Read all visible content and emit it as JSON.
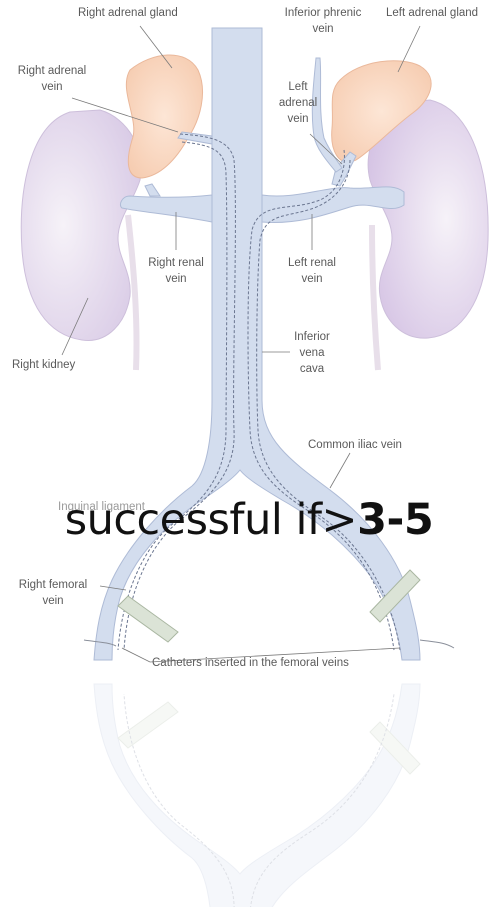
{
  "labels": {
    "right_adrenal_gland": "Right adrenal gland",
    "inferior_phrenic_vein_1": "Inferior phrenic",
    "inferior_phrenic_vein_2": "vein",
    "left_adrenal_gland": "Left adrenal gland",
    "right_adrenal_vein_1": "Right adrenal",
    "right_adrenal_vein_2": "vein",
    "left_adrenal_vein_1": "Left",
    "left_adrenal_vein_2": "adrenal",
    "left_adrenal_vein_3": "vein",
    "right_renal_vein_1": "Right renal",
    "right_renal_vein_2": "vein",
    "left_renal_vein_1": "Left renal",
    "left_renal_vein_2": "vein",
    "inferior_vena_cava_1": "Inferior",
    "inferior_vena_cava_2": "vena",
    "inferior_vena_cava_3": "cava",
    "right_kidney": "Right kidney",
    "common_iliac_vein": "Common iliac vein",
    "inguinal_ligament": "Inguinal ligament",
    "right_femoral_vein_1": "Right femoral",
    "right_femoral_vein_2": "vein",
    "catheters": "Catheters inserted in the femoral veins"
  },
  "overlay": {
    "prefix": "successful if>",
    "value": "3-5"
  },
  "colors": {
    "vein": "#d3ddee",
    "vein_stroke": "#aebbd6",
    "kidney": "#e9e2f0",
    "adrenal": "#f8d9c6",
    "ligament": "#d9e2d4",
    "label": "#5a5a5a"
  }
}
